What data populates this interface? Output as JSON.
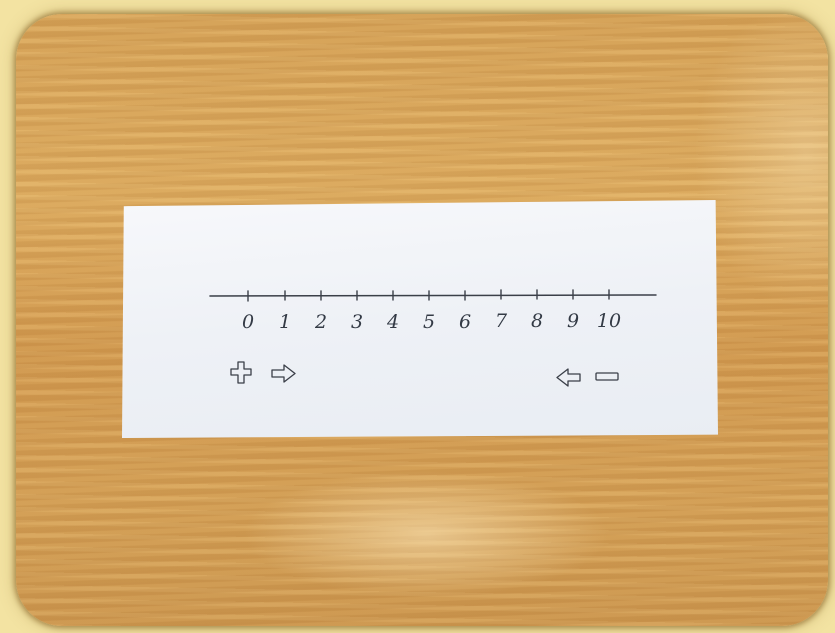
{
  "number_line": {
    "labels": [
      "0",
      "1",
      "2",
      "3",
      "4",
      "5",
      "6",
      "7",
      "8",
      "9",
      "10"
    ]
  },
  "symbols": {
    "left_group": [
      "plus-icon",
      "right-arrow-icon"
    ],
    "right_group": [
      "left-arrow-icon",
      "minus-icon"
    ]
  },
  "colors": {
    "paper": "#eef1f6",
    "ink": "#333a45",
    "wood": "#d8a55a",
    "frame": "#f3e3a2"
  }
}
